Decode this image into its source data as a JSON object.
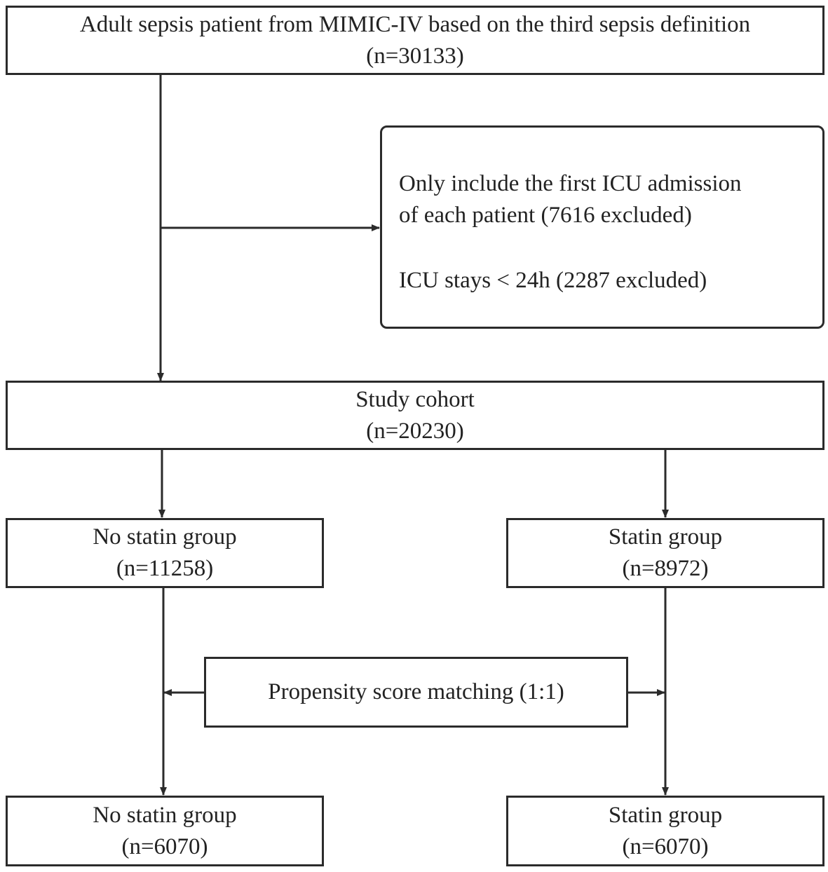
{
  "diagram": {
    "source_box": {
      "line1": "Adult sepsis patient from MIMIC-IV  based on the third sepsis definition",
      "line2": "(n=30133)"
    },
    "exclusion_box": {
      "criterion1_line1": "Only include the first ICU admission",
      "criterion1_line2": "of each patient (7616 excluded)",
      "criterion2": "ICU stays < 24h (2287 excluded)"
    },
    "cohort_box": {
      "line1": "Study cohort",
      "line2": "(n=20230)"
    },
    "no_statin_box": {
      "line1": "No statin group",
      "line2": "(n=11258)"
    },
    "statin_box": {
      "line1": "Statin group",
      "line2": "(n=8972)"
    },
    "psm_box": {
      "label": "Propensity score matching (1:1)"
    },
    "matched_no_statin_box": {
      "line1": "No statin group",
      "line2": "(n=6070)"
    },
    "matched_statin_box": {
      "line1": "Statin group",
      "line2": "(n=6070)"
    }
  }
}
